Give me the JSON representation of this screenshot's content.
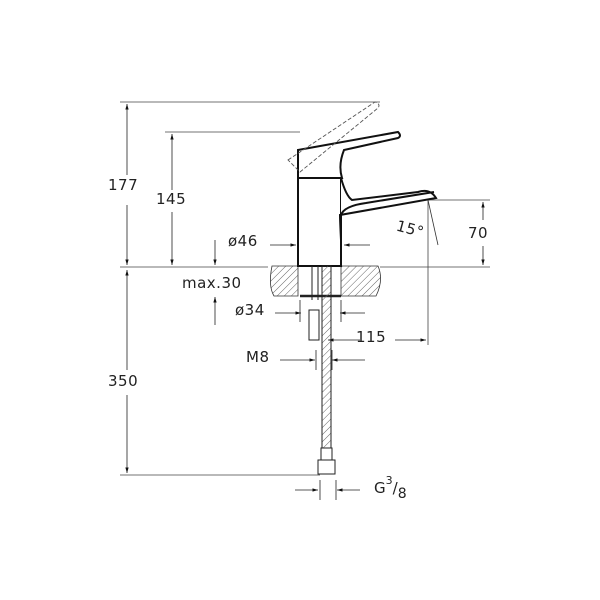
{
  "drawing": {
    "title": "Basin mixer technical drawing",
    "colors": {
      "line": "#111111",
      "dim": "#333333",
      "hatch": "#555555"
    },
    "dimensions": {
      "total_height": "177",
      "spout_top_height": "145",
      "body_diameter": "ø46",
      "counter_thickness": "max.30",
      "shank_diameter": "ø34",
      "spout_projection": "115",
      "spout_height": "70",
      "spout_angle": "15°",
      "stud_thread": "M8",
      "hose_length": "350",
      "connection_thread": "G",
      "connection_frac_num": "3",
      "connection_frac_den": "8"
    }
  }
}
